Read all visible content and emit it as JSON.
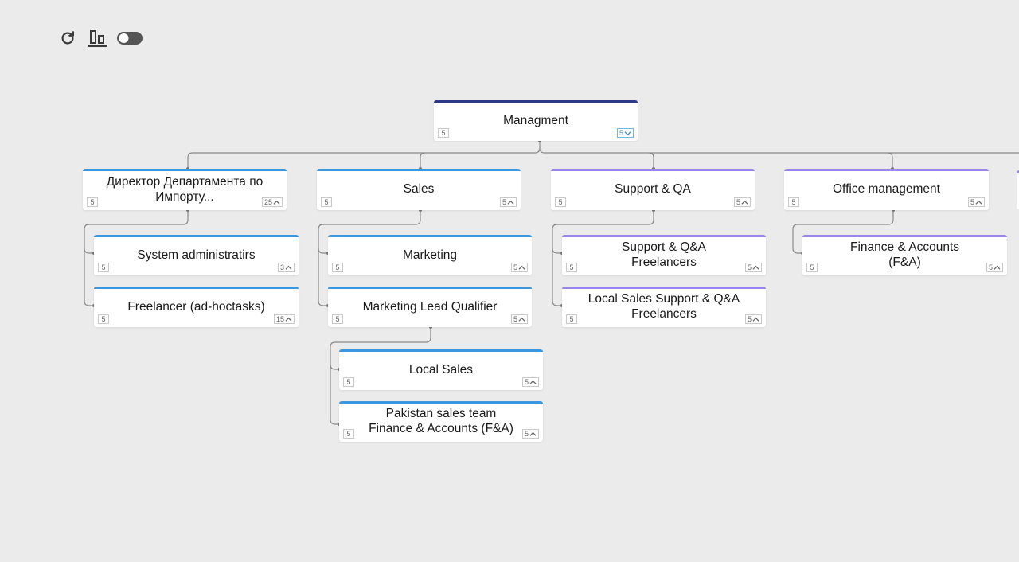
{
  "toolbar": {
    "refresh_icon": "refresh-icon",
    "align_icon": "align-bottom-icon",
    "toggle_state": "off"
  },
  "colors": {
    "background": "#ebebeb",
    "navy": "#2b3a86",
    "blue": "#3a97e0",
    "purple": "#9a86e8",
    "connector": "#8a8a8a"
  },
  "org_chart": {
    "root": {
      "label": "Managment",
      "left_count": "5",
      "right_count": "5",
      "toggle": "chevron-down"
    },
    "departments": [
      {
        "label": "Директор Департамента по Импорту...",
        "left_count": "5",
        "right_count": "25",
        "children": [
          {
            "label": "System administratirs",
            "left_count": "5",
            "right_count": "3"
          },
          {
            "label": "Freelancer (ad-hoctasks)",
            "left_count": "5",
            "right_count": "15"
          }
        ]
      },
      {
        "label": "Sales",
        "left_count": "5",
        "right_count": "5",
        "children": [
          {
            "label": "Marketing",
            "left_count": "5",
            "right_count": "5"
          },
          {
            "label": "Marketing Lead Qualifier",
            "left_count": "5",
            "right_count": "5",
            "children": [
              {
                "label": "Local Sales",
                "left_count": "5",
                "right_count": "5"
              },
              {
                "label": "Pakistan sales team\nFinance & Accounts (F&A)",
                "left_count": "5",
                "right_count": "5"
              }
            ]
          }
        ]
      },
      {
        "label": "Support & QA",
        "left_count": "5",
        "right_count": "5",
        "children": [
          {
            "label": "Support & Q&A\nFreelancers",
            "left_count": "5",
            "right_count": "5"
          },
          {
            "label": "Local Sales Support & Q&A\nFreelancers",
            "left_count": "5",
            "right_count": "5"
          }
        ]
      },
      {
        "label": "Office management",
        "left_count": "5",
        "right_count": "5",
        "children": [
          {
            "label": "Finance & Accounts\n(F&A)",
            "left_count": "5",
            "right_count": "5"
          }
        ]
      }
    ]
  }
}
